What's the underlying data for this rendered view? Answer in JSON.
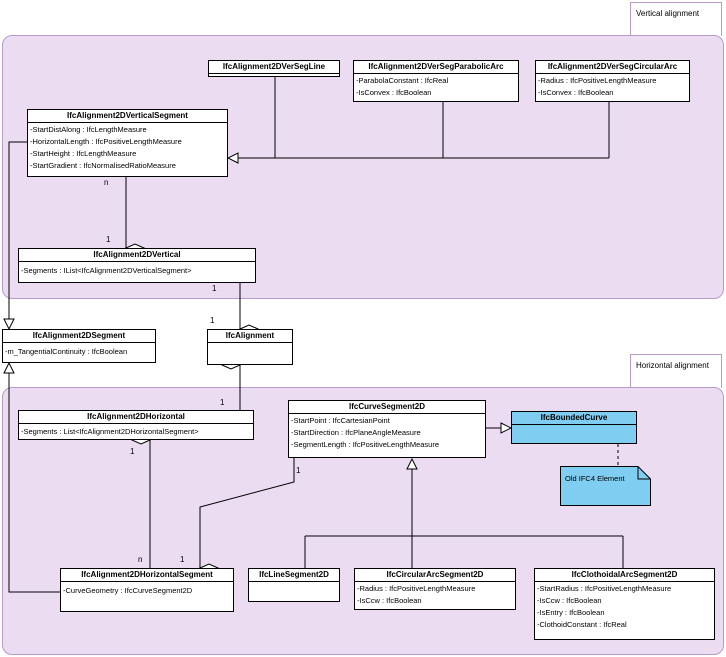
{
  "packages": {
    "vertical": "Vertical alignment",
    "horizontal": "Horizontal alignment"
  },
  "classes": {
    "versegline": {
      "name": "IfcAlignment2DVerSegLine"
    },
    "versegparabolic": {
      "name": "IfcAlignment2DVerSegParabolicArc",
      "attrs": [
        "-ParabolaConstant : IfcReal",
        "-IsConvex : IfcBoolean"
      ]
    },
    "versegcircular": {
      "name": "IfcAlignment2DVerSegCircularArc",
      "attrs": [
        "-Radius : IfcPositiveLengthMeasure",
        "-IsConvex : IfcBoolean"
      ]
    },
    "verticalsegment": {
      "name": "IfcAlignment2DVerticalSegment",
      "attrs": [
        "-StartDistAlong : IfcLengthMeasure",
        "-HorizontalLength : IfcPositiveLengthMeasure",
        "-StartHeight : IfcLengthMeasure",
        "-StartGradient : IfcNormalisedRatioMeasure"
      ]
    },
    "vertical": {
      "name": "IfcAlignment2DVertical",
      "attrs": [
        "-Segments : IList<IfcAlignment2DVerticalSegment>"
      ]
    },
    "segment": {
      "name": "IfcAlignment2DSegment",
      "attrs": [
        "-m_TangentialContinuity : IfcBoolean"
      ]
    },
    "alignment": {
      "name": "IfcAlignment"
    },
    "horizontal": {
      "name": "IfcAlignment2DHorizontal",
      "attrs": [
        "-Segments : List<IfcAlignment2DHorizontalSegment>"
      ]
    },
    "curvesegment": {
      "name": "IfcCurveSegment2D",
      "attrs": [
        "-StartPoint : IfcCartesianPoint",
        "-StartDirection : IfcPlaneAngleMeasure",
        "-SegmentLength : IfcPositiveLengthMeasure"
      ]
    },
    "boundedcurve": {
      "name": "IfcBoundedCurve"
    },
    "horizontalsegment": {
      "name": "IfcAlignment2DHorizontalSegment",
      "attrs": [
        "-CurveGeometry : IfcCurveSegment2D"
      ]
    },
    "linesegment": {
      "name": "IfcLineSegment2D"
    },
    "circulararc": {
      "name": "IfcCircularArcSegment2D",
      "attrs": [
        "-Radius : IfcPositiveLengthMeasure",
        "-IsCcw : IfcBoolean"
      ]
    },
    "clothoidal": {
      "name": "IfcClothoidalArcSegment2D",
      "attrs": [
        "-StartRadius : IfcPositiveLengthMeasure",
        "-IsCcw : IfcBoolean",
        "-IsEntry : IfcBoolean",
        "-ClothoidConstant : IfcReal"
      ]
    }
  },
  "note": "Old IFC4 Element",
  "multiplicities": {
    "vseg_n": "n",
    "vert_1a": "1",
    "vert_1b": "1",
    "align_1a": "1",
    "align_1b": "1",
    "horiz_1": "1",
    "hseg_n": "n",
    "hseg_1": "1",
    "curve_1": "1"
  }
}
